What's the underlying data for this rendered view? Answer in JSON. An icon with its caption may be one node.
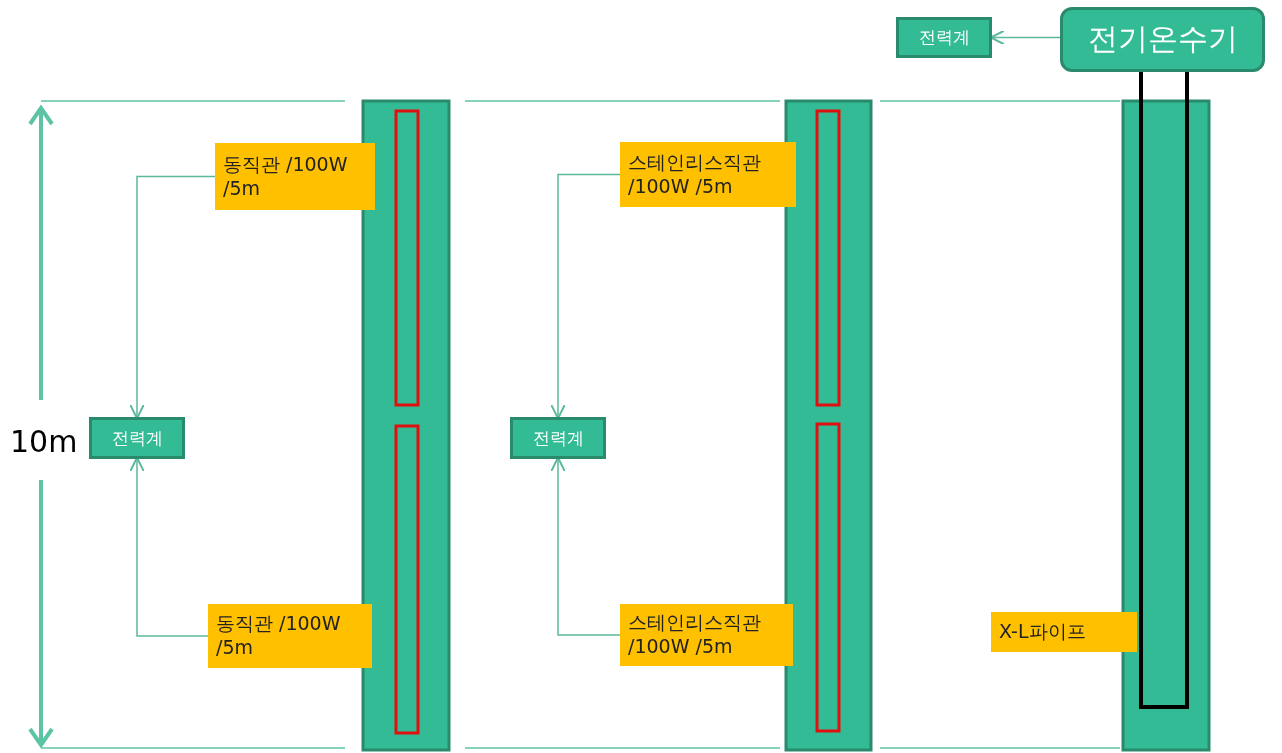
{
  "diagram": {
    "nodes": [
      {
        "text": [
          "동직관 /100W /5m"
        ]
      },
      {
        "text": [
          "전력계"
        ]
      },
      {
        "text": [
          "동직관 /100W /5m"
        ]
      },
      {
        "text": [
          "스테인리스직관 /100W /5m"
        ]
      },
      {
        "text": [
          "전력계"
        ]
      },
      {
        "text": [
          "스테인리스직관 /100W /5m"
        ]
      },
      {
        "text": [
          "전력계"
        ]
      },
      {
        "text": [
          "전기온수기"
        ]
      },
      {
        "text": [
          "X-L파이프"
        ]
      }
    ],
    "edges": [
      {
        "from": 0,
        "to": 1,
        "arrow": "to"
      },
      {
        "from": 2,
        "to": 1,
        "arrow": "to"
      },
      {
        "from": 3,
        "to": 4,
        "arrow": "to"
      },
      {
        "from": 5,
        "to": 4,
        "arrow": "to"
      },
      {
        "from": 7,
        "to": 6,
        "arrow": "to"
      }
    ],
    "labels": [
      "10m"
    ]
  }
}
